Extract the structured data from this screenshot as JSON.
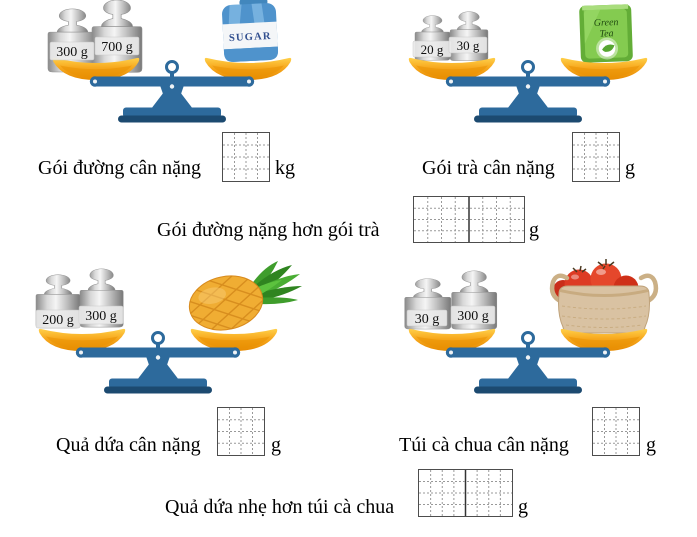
{
  "scales": {
    "sugar": {
      "weights": [
        "300 g",
        "700 g"
      ],
      "item_label": "SUGAR"
    },
    "tea": {
      "weights": [
        "20 g",
        "30 g"
      ],
      "item_label_line1": "Green",
      "item_label_line2": "Tea"
    },
    "pineapple": {
      "weights": [
        "200 g",
        "300 g"
      ]
    },
    "tomato": {
      "weights": [
        "30 g",
        "300 g"
      ]
    }
  },
  "questions": {
    "sugar": {
      "text": "Gói đường cân nặng",
      "unit": "kg"
    },
    "tea": {
      "text": "Gói trà cân nặng",
      "unit": "g"
    },
    "sugar_vs_tea": {
      "text": "Gói đường nặng hơn gói trà",
      "unit": "g"
    },
    "pineapple": {
      "text": "Quả dứa cân nặng",
      "unit": "g"
    },
    "tomato": {
      "text": "Túi cà chua cân nặng",
      "unit": "g"
    },
    "pineapple_vs_tomato": {
      "text": "Quả dứa nhẹ hơn túi cà chua",
      "unit": "g"
    }
  },
  "colors": {
    "scale_blue": "#2d6a9c",
    "scale_navy": "#1c4a70",
    "pan_gold": "#f7a81d",
    "sugar_bag_blue": "#4f93cc",
    "tea_packet_green": "#84cb50",
    "tomato_red": "#dd3b24",
    "pineapple_gold": "#f0ad33",
    "grid_line_gray": "#999999"
  }
}
